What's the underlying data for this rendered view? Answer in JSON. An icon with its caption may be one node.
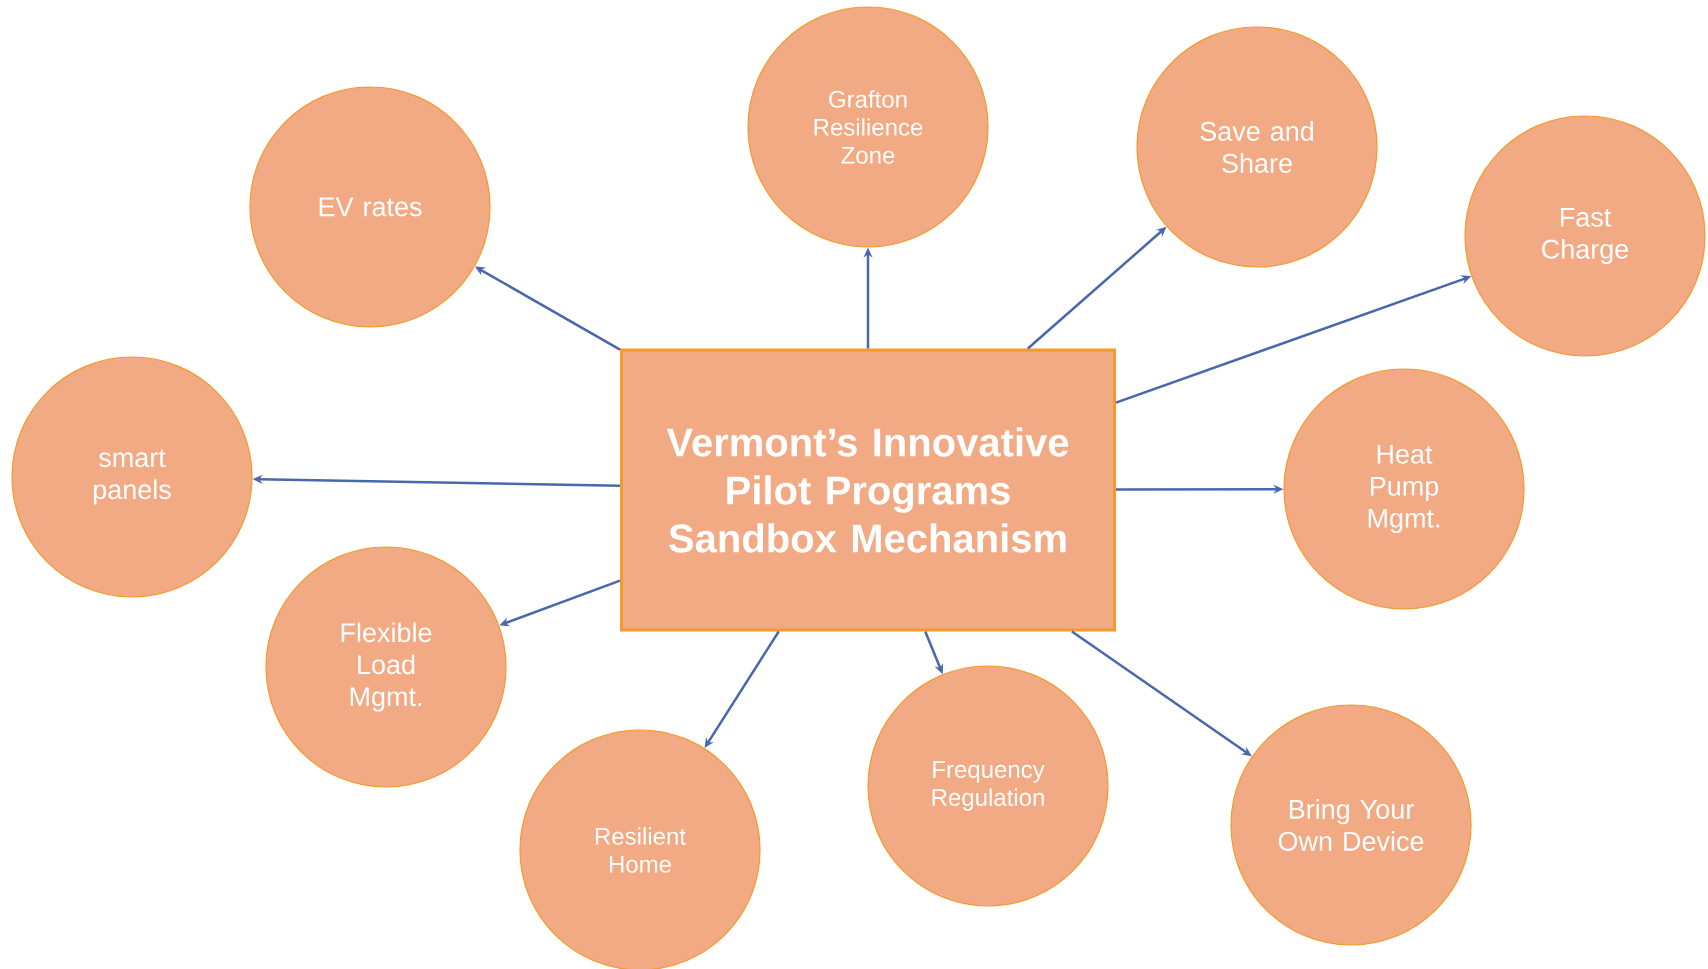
{
  "diagram": {
    "nodes": [
      {
        "text": [
          "Vermont’s Innovative Pilot Programs Sandbox Mechanism"
        ]
      },
      {
        "text": [
          "EV rates"
        ]
      },
      {
        "text": [
          "Grafton Resilience Zone"
        ]
      },
      {
        "text": [
          "Save and Share"
        ]
      },
      {
        "text": [
          "Fast Charge"
        ]
      },
      {
        "text": [
          "smart panels"
        ]
      },
      {
        "text": [
          "Heat Pump Mgmt."
        ]
      },
      {
        "text": [
          "Flexible Load Mgmt."
        ]
      },
      {
        "text": [
          "Resilient Home"
        ]
      },
      {
        "text": [
          "Frequency Regulation"
        ]
      },
      {
        "text": [
          "Bring Your Own Device"
        ]
      }
    ],
    "edges": [
      {
        "from": 0,
        "to": 1,
        "arrow": "to"
      },
      {
        "from": 0,
        "to": 2,
        "arrow": "to"
      },
      {
        "from": 0,
        "to": 3,
        "arrow": "to"
      },
      {
        "from": 0,
        "to": 4,
        "arrow": "to"
      },
      {
        "from": 0,
        "to": 5,
        "arrow": "to"
      },
      {
        "from": 0,
        "to": 6,
        "arrow": "to"
      },
      {
        "from": 0,
        "to": 7,
        "arrow": "to"
      },
      {
        "from": 0,
        "to": 8,
        "arrow": "to"
      },
      {
        "from": 0,
        "to": 9,
        "arrow": "to"
      },
      {
        "from": 0,
        "to": 10,
        "arrow": "to"
      }
    ]
  }
}
